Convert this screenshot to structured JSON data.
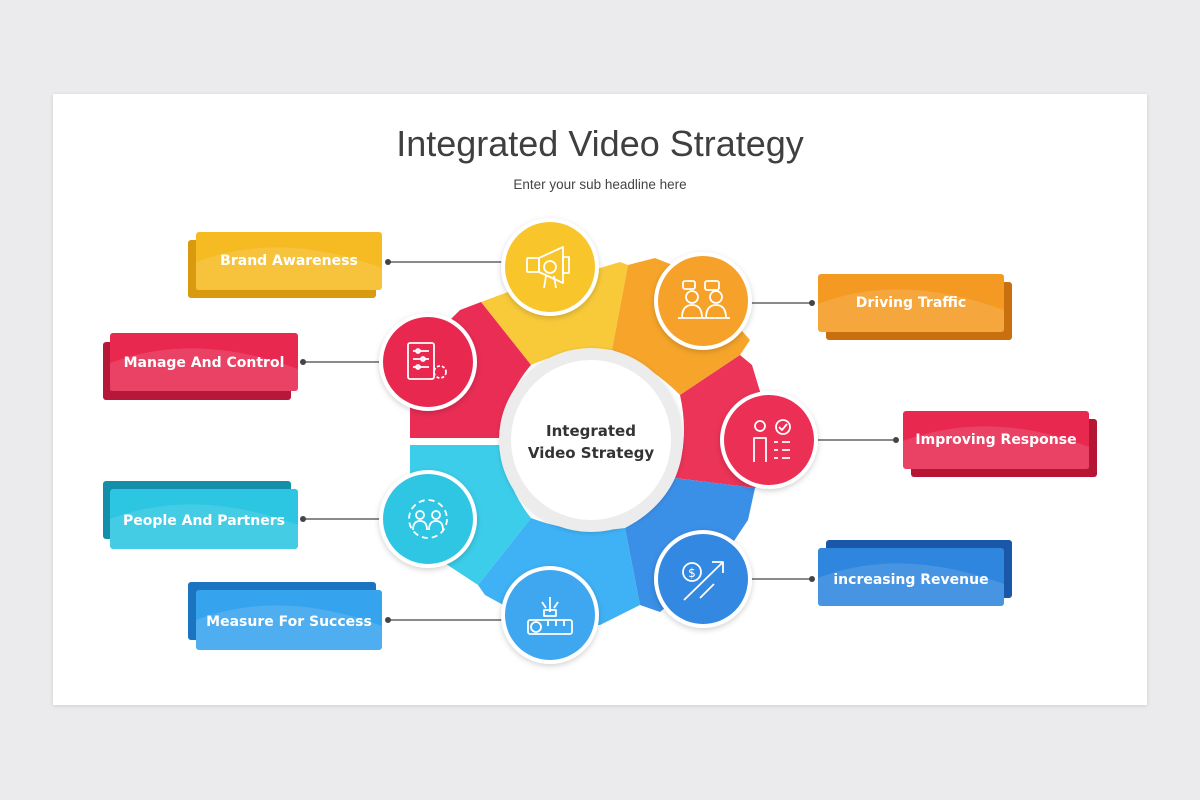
{
  "slide": {
    "title": "Integrated Video Strategy",
    "subtitle": "Enter your sub headline here"
  },
  "center": {
    "line1": "Integrated",
    "line2": "Video Strategy"
  },
  "items": [
    {
      "label": "Brand Awareness",
      "color": "#F5B920",
      "dark": "#D99A10",
      "icon": "megaphone-icon"
    },
    {
      "label": "Driving Traffic",
      "color": "#F39A24",
      "dark": "#D67A12",
      "icon": "meeting-people-icon"
    },
    {
      "label": "Improving Response",
      "color": "#E8284F",
      "dark": "#C91A3C",
      "icon": "checklist-person-icon"
    },
    {
      "label": "increasing Revenue",
      "color": "#2E86DE",
      "dark": "#1D63B8",
      "icon": "dollar-growth-arrow-icon"
    },
    {
      "label": "Measure For Success",
      "color": "#36A3EE",
      "dark": "#1F7FCB",
      "icon": "measuring-tape-icon"
    },
    {
      "label": "People And Partners",
      "color": "#2CC5E2",
      "dark": "#1598B5",
      "icon": "people-gear-icon"
    },
    {
      "label": "Manage And Control",
      "color": "#E8284F",
      "dark": "#C41C40",
      "icon": "document-gear-icon"
    }
  ]
}
